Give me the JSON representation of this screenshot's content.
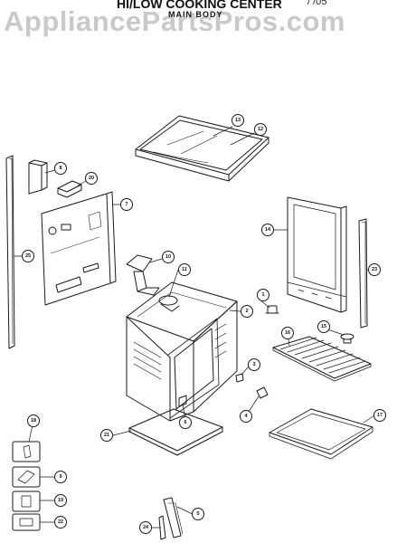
{
  "header": {
    "title": "HI/LOW COOKING CENTER",
    "subtitle": "MAIN BODY",
    "corner_text": "/ /05",
    "watermark": "AppliancePartsPros.com"
  },
  "callouts": [
    {
      "id": "c13",
      "label": "13"
    },
    {
      "id": "c12",
      "label": "12"
    },
    {
      "id": "c8",
      "label": "8"
    },
    {
      "id": "c20",
      "label": "20"
    },
    {
      "id": "c7",
      "label": "7"
    },
    {
      "id": "c25",
      "label": "25"
    },
    {
      "id": "c10",
      "label": "10"
    },
    {
      "id": "c11",
      "label": "11"
    },
    {
      "id": "c14",
      "label": "14"
    },
    {
      "id": "c23",
      "label": "23"
    },
    {
      "id": "c1",
      "label": "1"
    },
    {
      "id": "c2",
      "label": "2"
    },
    {
      "id": "c15",
      "label": "15"
    },
    {
      "id": "c16",
      "label": "16"
    },
    {
      "id": "c3",
      "label": "3"
    },
    {
      "id": "c4",
      "label": "4"
    },
    {
      "id": "c6",
      "label": "6"
    },
    {
      "id": "c17",
      "label": "17"
    },
    {
      "id": "c21",
      "label": "21"
    },
    {
      "id": "c18",
      "label": "18"
    },
    {
      "id": "c9",
      "label": "9"
    },
    {
      "id": "c19",
      "label": "19"
    },
    {
      "id": "c22",
      "label": "22"
    },
    {
      "id": "c5",
      "label": "5"
    },
    {
      "id": "c24",
      "label": "24"
    }
  ]
}
